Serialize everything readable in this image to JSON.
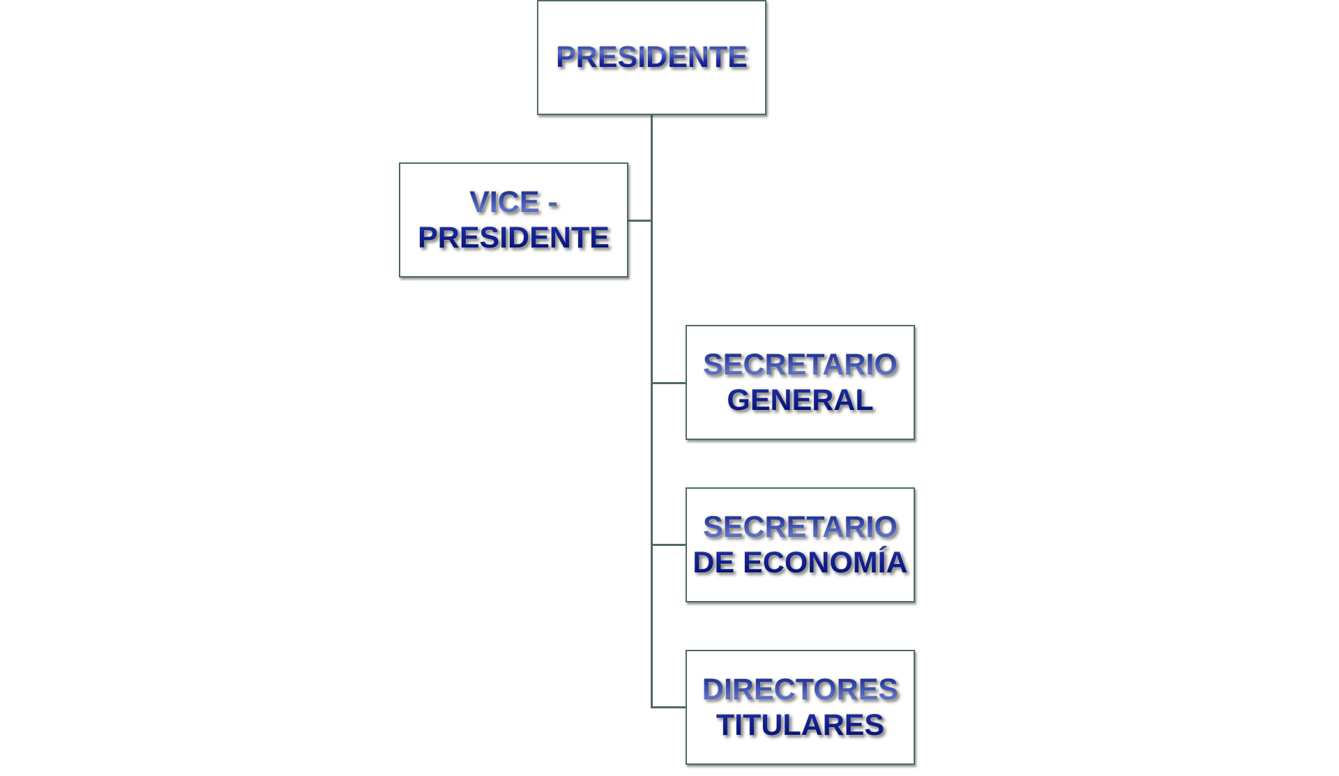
{
  "org_chart": {
    "president": "PRESIDENTE",
    "vice_president": {
      "line1": "VICE -",
      "line2": "PRESIDENTE"
    },
    "secretario_general": {
      "line1": "SECRETARIO",
      "line2": "GENERAL"
    },
    "secretario_economia": {
      "line1": "SECRETARIO",
      "line2": "DE ECONOMÍA"
    },
    "directores_titulares": {
      "line1": "DIRECTORES",
      "line2": "TITULARES"
    }
  }
}
